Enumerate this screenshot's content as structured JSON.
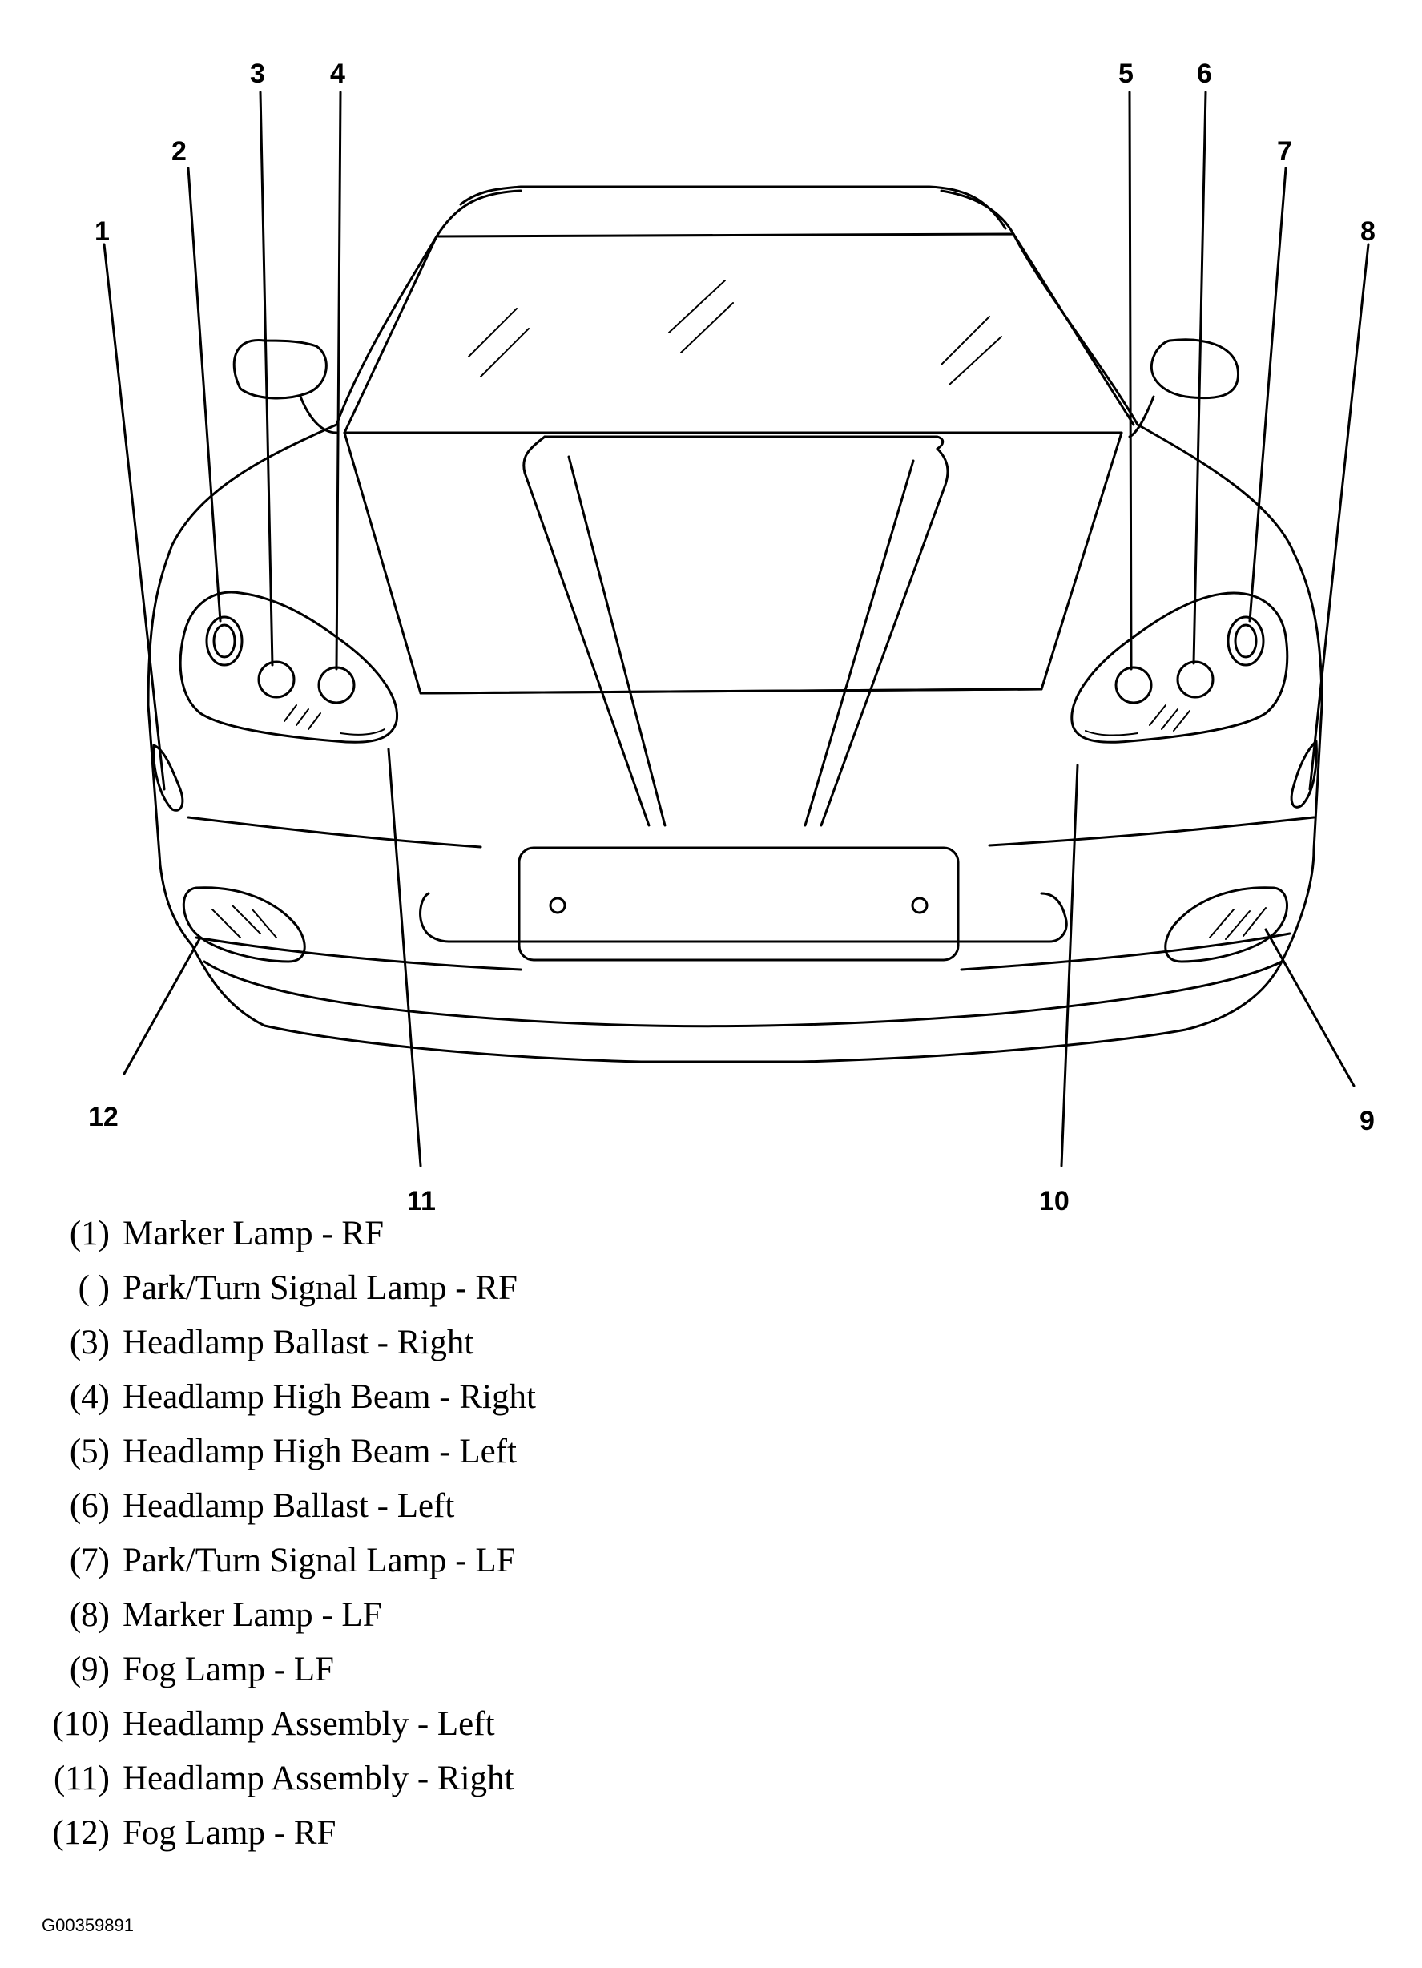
{
  "callouts": [
    "1",
    "2",
    "3",
    "4",
    "5",
    "6",
    "7",
    "8",
    "9",
    "10",
    "11",
    "12"
  ],
  "legend": [
    {
      "num": "(1)",
      "label": "Marker Lamp - RF"
    },
    {
      "num": "( )",
      "label": "Park/Turn Signal Lamp - RF"
    },
    {
      "num": "(3)",
      "label": "Headlamp Ballast - Right"
    },
    {
      "num": "(4)",
      "label": "Headlamp High Beam - Right"
    },
    {
      "num": "(5)",
      "label": "Headlamp High Beam - Left"
    },
    {
      "num": "(6)",
      "label": "Headlamp Ballast - Left"
    },
    {
      "num": "(7)",
      "label": "Park/Turn Signal Lamp - LF"
    },
    {
      "num": "(8)",
      "label": "Marker Lamp - LF"
    },
    {
      "num": "(9)",
      "label": "Fog Lamp - LF"
    },
    {
      "num": "(10)",
      "label": "Headlamp Assembly - Left"
    },
    {
      "num": "(11)",
      "label": "Headlamp Assembly - Right"
    },
    {
      "num": "(12)",
      "label": "Fog Lamp - RF"
    }
  ],
  "figure_id": "G00359891"
}
